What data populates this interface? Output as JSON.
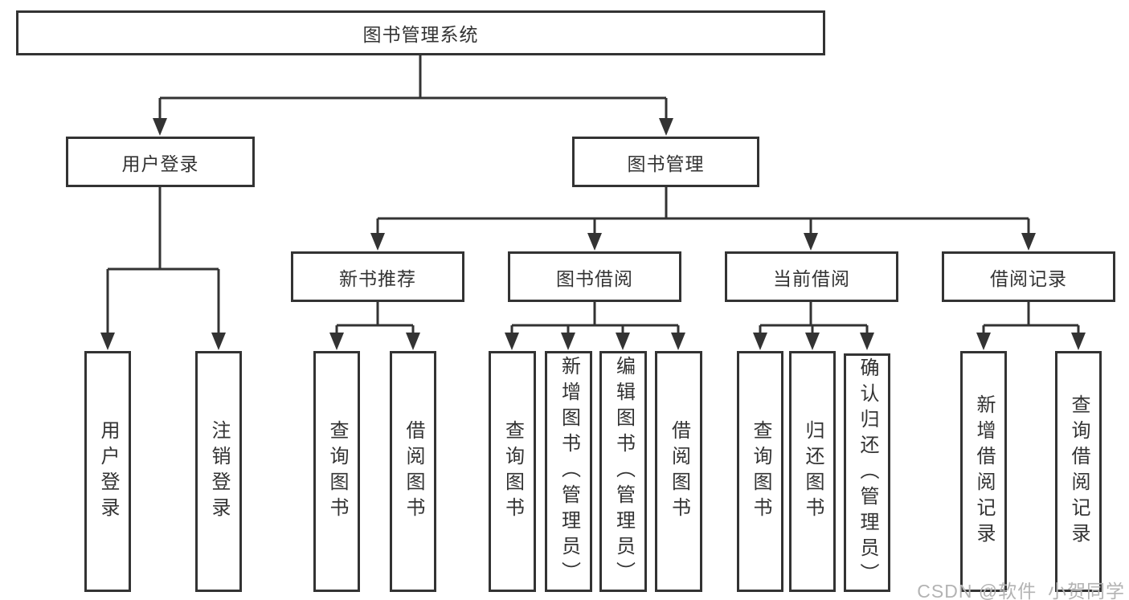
{
  "diagram": {
    "title": "图书管理系统",
    "root": {
      "label": "图书管理系统"
    },
    "branches": [
      {
        "label": "用户登录",
        "children": [
          {
            "label": "用户登录"
          },
          {
            "label": "注销登录"
          }
        ]
      },
      {
        "label": "图书管理",
        "children": [
          {
            "label": "新书推荐",
            "children": [
              {
                "label": "查询图书"
              },
              {
                "label": "借阅图书"
              }
            ]
          },
          {
            "label": "图书借阅",
            "children": [
              {
                "label": "查询图书"
              },
              {
                "label": "新增图书（管理员）"
              },
              {
                "label": "编辑图书（管理员）"
              },
              {
                "label": "借阅图书"
              }
            ]
          },
          {
            "label": "当前借阅",
            "children": [
              {
                "label": "查询图书"
              },
              {
                "label": "归还图书"
              },
              {
                "label": "确认归还（管理员）"
              }
            ]
          },
          {
            "label": "借阅记录",
            "children": [
              {
                "label": "新增借阅记录"
              },
              {
                "label": "查询借阅记录"
              }
            ]
          }
        ]
      }
    ]
  },
  "watermark": {
    "text": "CSDN @软件_小贺同学"
  },
  "colors": {
    "line": "#333333",
    "box_border": "#333333",
    "text": "#333333",
    "watermark": "#b3b3b3",
    "background": "#ffffff"
  }
}
